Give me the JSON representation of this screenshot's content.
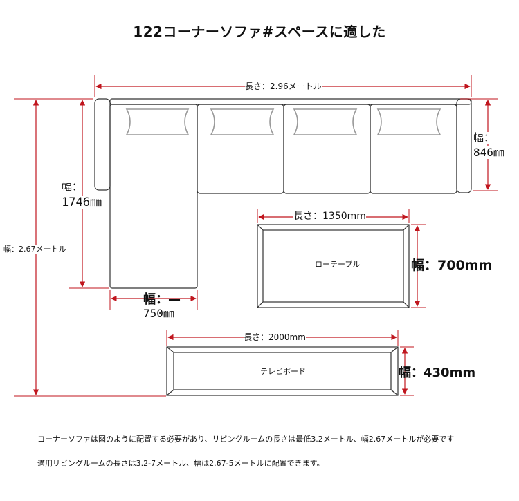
{
  "title": "122コーナーソファ#スペースに適した",
  "dimensions": {
    "total_length": "長さ：2.96メートル",
    "total_width": "幅：2.67メートル",
    "chaise_width_label": "幅：",
    "chaise_width_value": "1746㎜",
    "seat_depth_label": "幅：",
    "seat_depth_value": "846㎜",
    "chaise_depth_label": "幅：—",
    "chaise_depth_value": "750㎜",
    "table_length": "長さ：1350mm",
    "table_width": "幅：700mm",
    "tv_length": "長さ：2000mm",
    "tv_width": "幅：430mm"
  },
  "items": {
    "low_table": "ローテーブル",
    "tv_board": "テレビボード"
  },
  "notes": [
    "コーナーソファは図のように配置する必要があり、リビングルームの長さは最低3.2メートル、幅2.67メートルが必要です",
    "適用リビングルームの長さは3.2-7メートル、幅は2.67-5メートルに配置できます。"
  ],
  "colors": {
    "dimension_line": "#c0161e",
    "outline": "#333333",
    "pillow": "#999999"
  }
}
